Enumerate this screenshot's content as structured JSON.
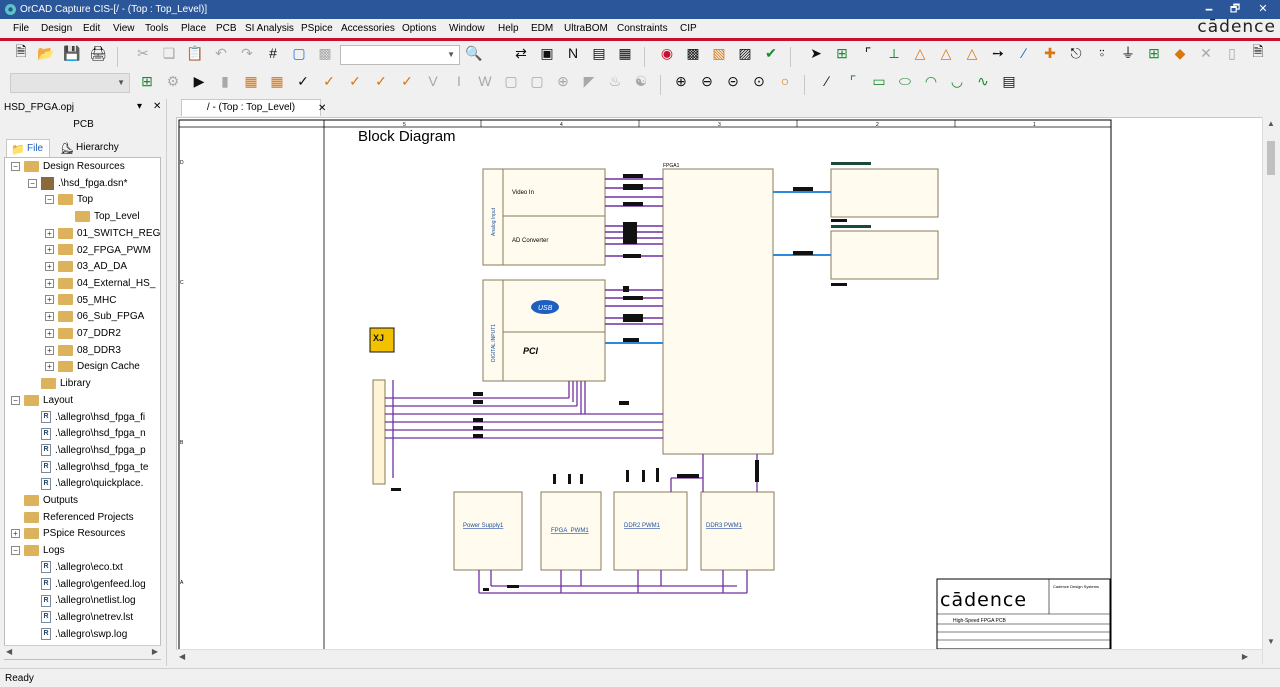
{
  "window": {
    "title": "OrCAD Capture CIS-[/ - (Top : Top_Level)]",
    "minimize": "🗕",
    "restore": "🗗",
    "close": "✕"
  },
  "menu": [
    "File",
    "Design",
    "Edit",
    "View",
    "Tools",
    "Place",
    "PCB",
    "SI Analysis",
    "PSpice",
    "Accessories",
    "Options",
    "Window",
    "Help",
    "EDM",
    "UltraBOM",
    "Constraints",
    "CIP"
  ],
  "brand": "cādence",
  "toolbar": {
    "search_value": ""
  },
  "project_panel": {
    "title": "HSD_FPGA.opj",
    "pin": "▾",
    "close": "✕",
    "header": "PCB",
    "tabs": [
      "File",
      "Hierarchy"
    ],
    "tree": [
      {
        "label": "Design Resources",
        "type": "folder",
        "indent": 0,
        "exp": "−"
      },
      {
        "label": ".\\hsd_fpga.dsn*",
        "type": "dsn",
        "indent": 1,
        "exp": "−"
      },
      {
        "label": "Top",
        "type": "folder",
        "indent": 2,
        "exp": "−"
      },
      {
        "label": "Top_Level",
        "type": "folder",
        "indent": 3,
        "exp": ""
      },
      {
        "label": "01_SWITCH_REG",
        "type": "folder",
        "indent": 2,
        "exp": "+"
      },
      {
        "label": "02_FPGA_PWM",
        "type": "folder",
        "indent": 2,
        "exp": "+"
      },
      {
        "label": "03_AD_DA",
        "type": "folder",
        "indent": 2,
        "exp": "+"
      },
      {
        "label": "04_External_HS_",
        "type": "folder",
        "indent": 2,
        "exp": "+"
      },
      {
        "label": "05_MHC",
        "type": "folder",
        "indent": 2,
        "exp": "+"
      },
      {
        "label": "06_Sub_FPGA",
        "type": "folder",
        "indent": 2,
        "exp": "+"
      },
      {
        "label": "07_DDR2",
        "type": "folder",
        "indent": 2,
        "exp": "+"
      },
      {
        "label": "08_DDR3",
        "type": "folder",
        "indent": 2,
        "exp": "+"
      },
      {
        "label": "Design Cache",
        "type": "folder",
        "indent": 2,
        "exp": "+"
      },
      {
        "label": "Library",
        "type": "folder",
        "indent": 1,
        "exp": ""
      },
      {
        "label": "Layout",
        "type": "folder",
        "indent": 0,
        "exp": "−"
      },
      {
        "label": ".\\allegro\\hsd_fpga_fi",
        "type": "file",
        "indent": 1,
        "exp": ""
      },
      {
        "label": ".\\allegro\\hsd_fpga_n",
        "type": "file",
        "indent": 1,
        "exp": ""
      },
      {
        "label": ".\\allegro\\hsd_fpga_p",
        "type": "file",
        "indent": 1,
        "exp": ""
      },
      {
        "label": ".\\allegro\\hsd_fpga_te",
        "type": "file",
        "indent": 1,
        "exp": ""
      },
      {
        "label": ".\\allegro\\quickplace.",
        "type": "file",
        "indent": 1,
        "exp": ""
      },
      {
        "label": "Outputs",
        "type": "folder",
        "indent": 0,
        "exp": ""
      },
      {
        "label": "Referenced Projects",
        "type": "folder",
        "indent": 0,
        "exp": ""
      },
      {
        "label": "PSpice Resources",
        "type": "folder",
        "indent": 0,
        "exp": "+"
      },
      {
        "label": "Logs",
        "type": "folder",
        "indent": 0,
        "exp": "−"
      },
      {
        "label": ".\\allegro\\eco.txt",
        "type": "file",
        "indent": 1,
        "exp": ""
      },
      {
        "label": ".\\allegro\\genfeed.log",
        "type": "file",
        "indent": 1,
        "exp": ""
      },
      {
        "label": ".\\allegro\\netlist.log",
        "type": "file",
        "indent": 1,
        "exp": ""
      },
      {
        "label": ".\\allegro\\netrev.lst",
        "type": "file",
        "indent": 1,
        "exp": ""
      },
      {
        "label": ".\\allegro\\swp.log",
        "type": "file",
        "indent": 1,
        "exp": ""
      }
    ]
  },
  "document": {
    "tab": "/ - (Top : Top_Level)",
    "close": "✕",
    "sheet_title": "Block Diagram",
    "zone_labels": [
      "5",
      "4",
      "3",
      "2",
      "1"
    ],
    "row_labels": [
      "D",
      "C",
      "B",
      "A"
    ],
    "blocks": {
      "fpga": "FPGA1",
      "analog_input": "Analog Input",
      "video_in": "Video In",
      "ad_converter": "AD Converter",
      "digital_input": "DIGITAL INPUT1",
      "usb": "USB",
      "pci": "PCI",
      "power_supply": "Power Supply1",
      "fpga_pwm": "FPGA_PWM1",
      "ddr2": "DDR2 PWM1",
      "ddr3": "DDR3 PWM1"
    },
    "titleblock": {
      "logo": "cādence",
      "company": "Cadence Design Systems",
      "project": "High-Speed FPGA PCB"
    }
  },
  "status": "Ready"
}
